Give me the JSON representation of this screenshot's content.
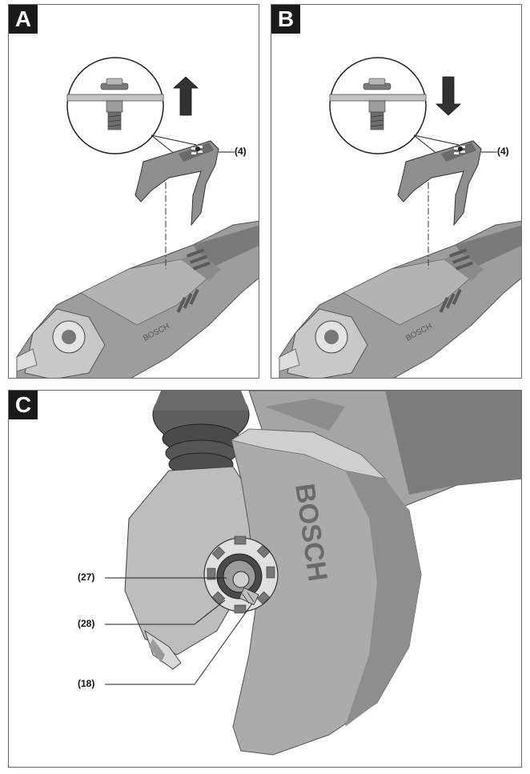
{
  "panels": [
    {
      "id": "A",
      "callout": "(4)",
      "arrow": "up"
    },
    {
      "id": "B",
      "callout": "(4)",
      "arrow": "down"
    },
    {
      "id": "C",
      "callouts": [
        "(27)",
        "(28)",
        "(18)"
      ]
    }
  ],
  "brand_text": "BOSCH",
  "colors": {
    "housing": "#9a9a9a",
    "housing_dark": "#6e6e6e",
    "guard": "#a8a8a8",
    "badge": "#1a1a1a"
  }
}
